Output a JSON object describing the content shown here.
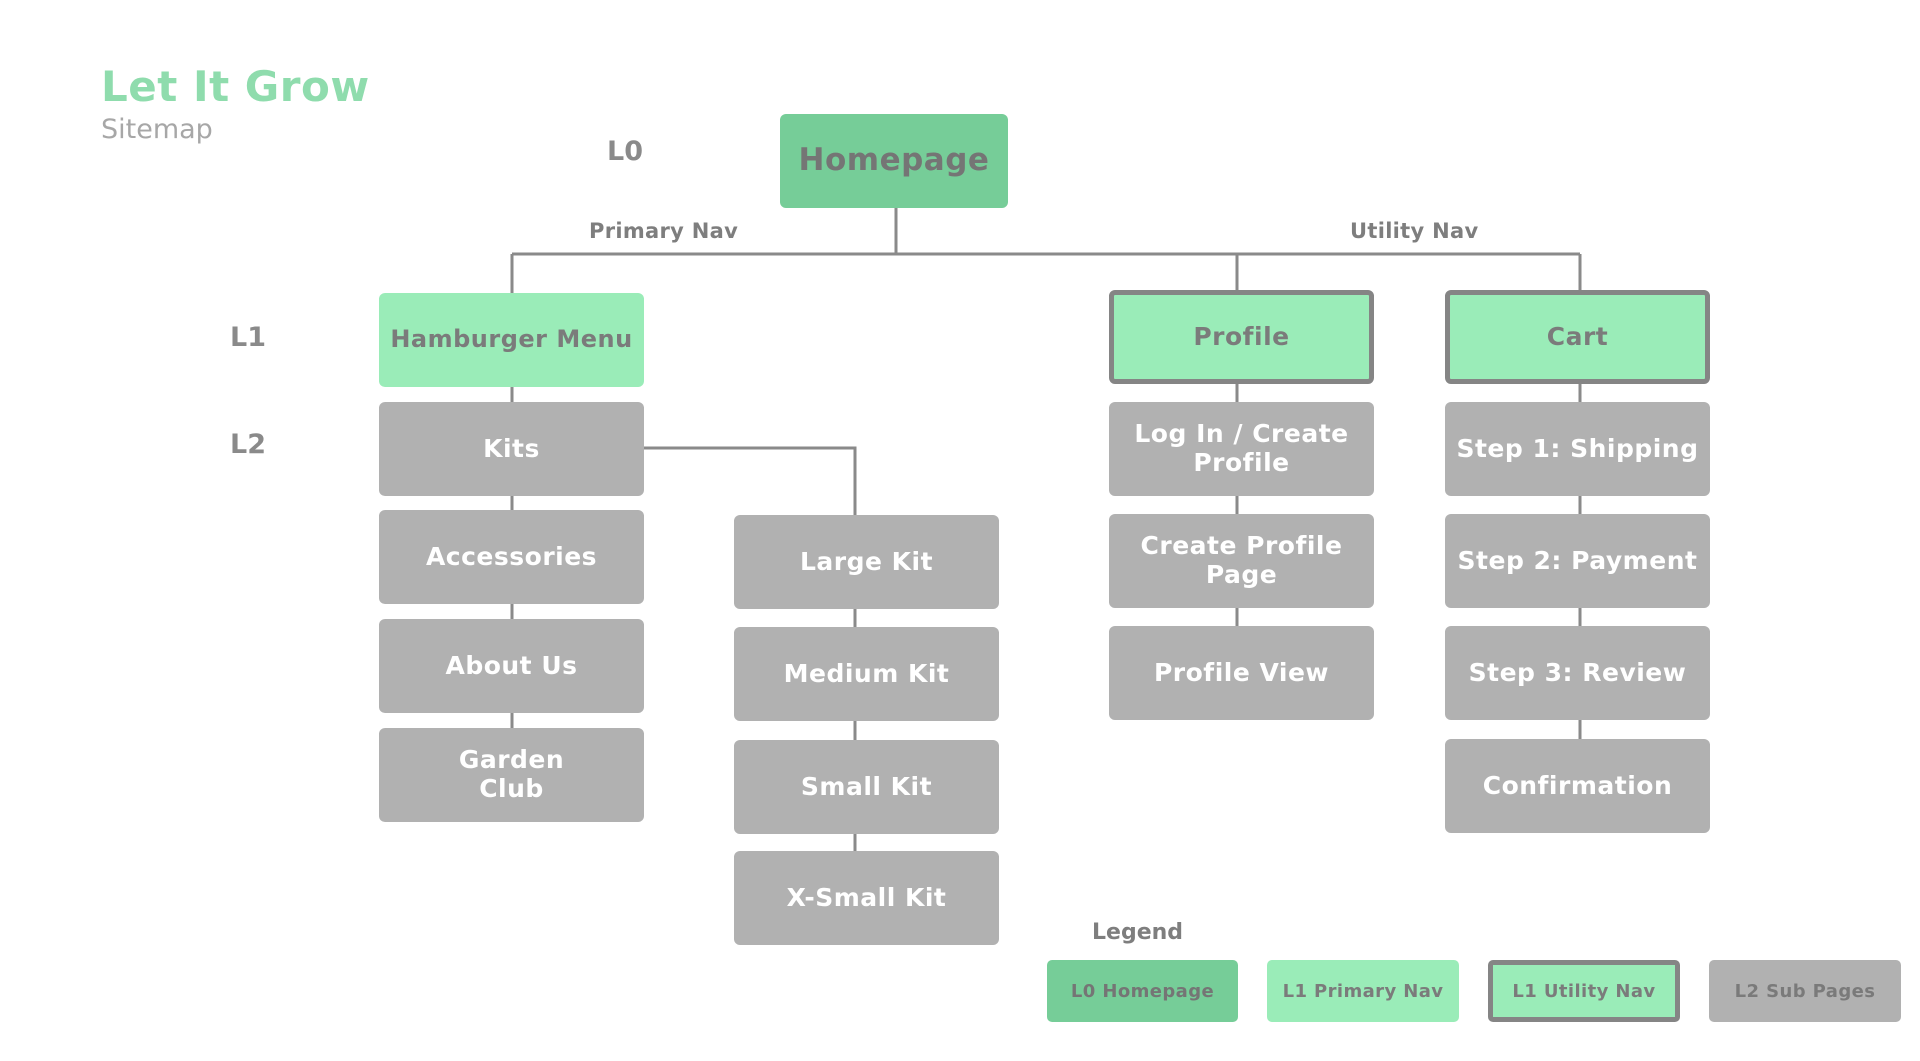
{
  "header": {
    "title": "Let It Grow",
    "subtitle": "Sitemap"
  },
  "levels": {
    "l0": "L0",
    "l1": "L1",
    "l2": "L2"
  },
  "nav": {
    "primary": "Primary Nav",
    "utility": "Utility Nav"
  },
  "nodes": {
    "homepage": "Homepage",
    "hamburger": "Hamburger Menu",
    "profile": "Profile",
    "cart": "Cart",
    "kits": "Kits",
    "accessories": "Accessories",
    "about": "About Us",
    "garden_1": "Garden",
    "garden_2": "Club",
    "large_kit": "Large Kit",
    "medium_kit": "Medium Kit",
    "small_kit": "Small Kit",
    "xsmall_kit": "X-Small Kit",
    "login_1": "Log In / Create",
    "login_2": "Profile",
    "create_profile": "Create Profile Page",
    "profile_view": "Profile View",
    "step1": "Step 1: Shipping",
    "step2": "Step 2: Payment",
    "step3": "Step 3: Review",
    "confirmation": "Confirmation"
  },
  "legend": {
    "title": "Legend",
    "l0": "L0 Homepage",
    "l1_primary": "L1 Primary Nav",
    "l1_utility": "L1 Utility Nav",
    "l2": "L2 Sub Pages"
  },
  "colors": {
    "title": "#8fdcad",
    "l0_fill": "#76cd98",
    "l1_fill": "#9aecb8",
    "l2_fill": "#b1b1b1",
    "utility_border": "#858585",
    "connector": "#8a8a8a"
  }
}
